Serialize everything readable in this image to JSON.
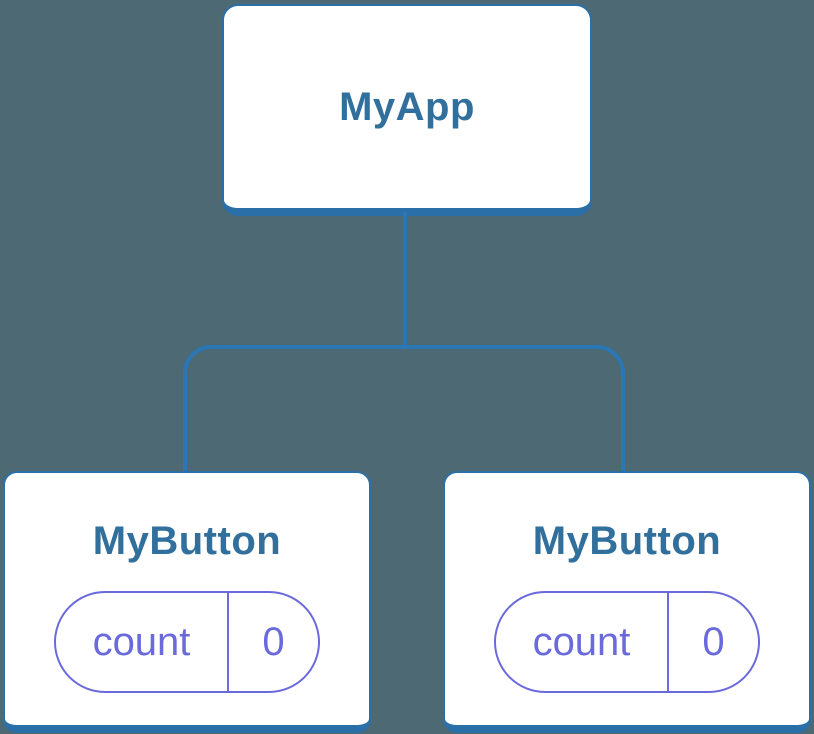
{
  "diagram": {
    "type": "component-tree",
    "colors": {
      "background": "#4D6A74",
      "line": "#2B77B5",
      "border": "#2B6FA8",
      "title_text": "#316F9D",
      "state_accent": "#6A6ADC"
    },
    "root": {
      "label": "MyApp"
    },
    "children": [
      {
        "label": "MyButton",
        "state": {
          "key": "count",
          "value": "0"
        }
      },
      {
        "label": "MyButton",
        "state": {
          "key": "count",
          "value": "0"
        }
      }
    ]
  }
}
